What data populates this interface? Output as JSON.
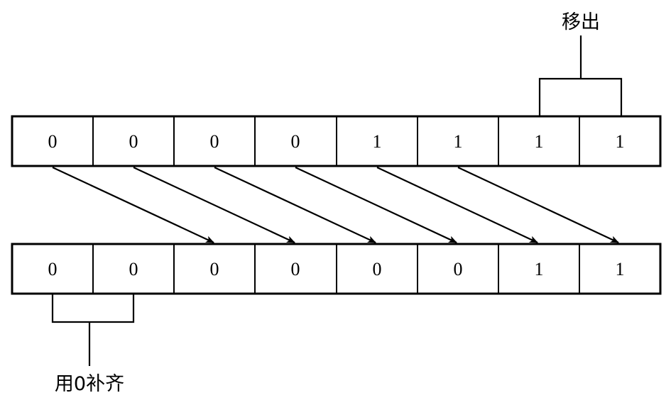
{
  "diagram": {
    "shift_out_label": "移出",
    "zero_fill_label": "用0补齐",
    "top_row": [
      "0",
      "0",
      "0",
      "0",
      "1",
      "1",
      "1",
      "1"
    ],
    "bottom_row": [
      "0",
      "0",
      "0",
      "0",
      "0",
      "0",
      "1",
      "1"
    ],
    "line_color": "#000000"
  }
}
